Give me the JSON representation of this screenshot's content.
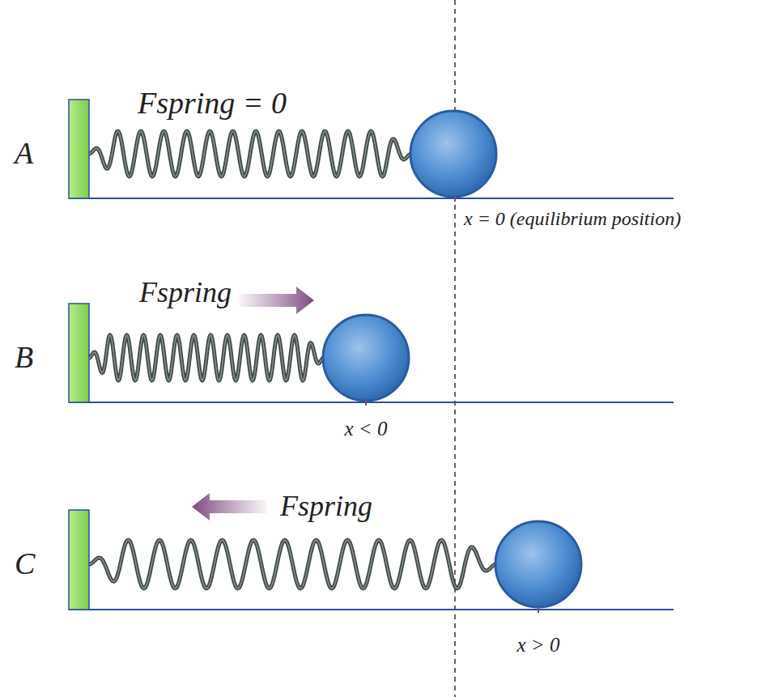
{
  "diagram": {
    "labels": [
      "A",
      "Fspring = 0",
      "x = 0 (equilibrium position)",
      "B",
      "Fspring",
      "x < 0",
      "C",
      "Fspring",
      "x > 0"
    ]
  }
}
